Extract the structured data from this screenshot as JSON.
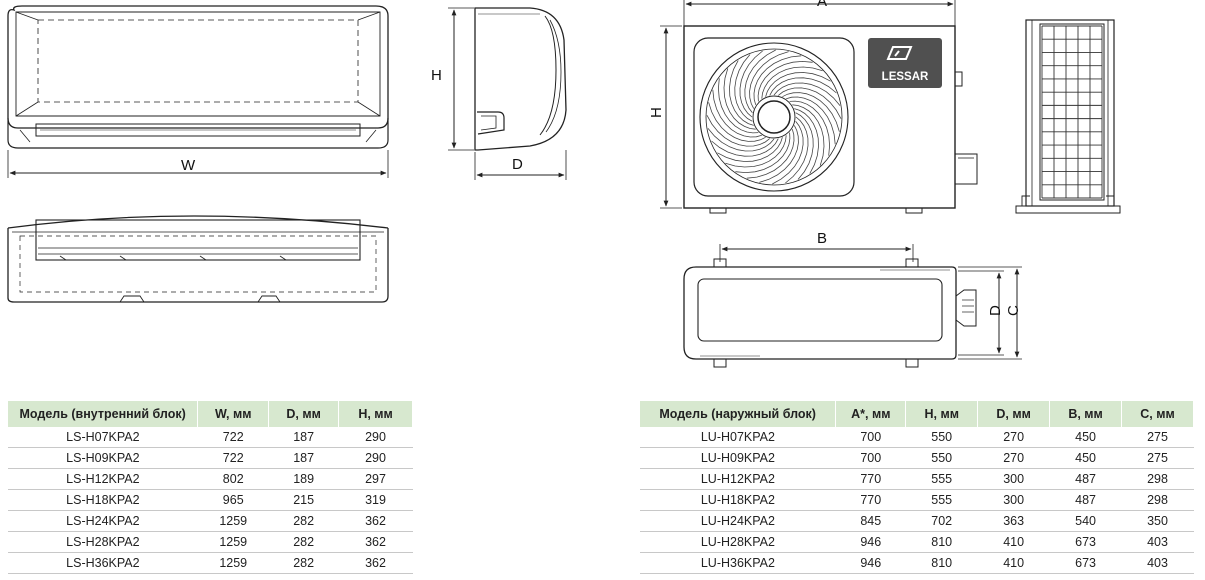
{
  "drawings": {
    "dim_w": "W",
    "dim_h_indoor": "H",
    "dim_d_indoor": "D",
    "dim_a": "A",
    "dim_h_outdoor": "H",
    "dim_b": "B",
    "dim_d_outdoor": "D",
    "dim_c": "C",
    "brand": "LESSAR"
  },
  "indoor_table": {
    "headers": [
      "Модель (внутренний блок)",
      "W, мм",
      "D, мм",
      "H, мм"
    ],
    "rows": [
      [
        "LS-H07KPA2",
        "722",
        "187",
        "290"
      ],
      [
        "LS-H09KPA2",
        "722",
        "187",
        "290"
      ],
      [
        "LS-H12KPA2",
        "802",
        "189",
        "297"
      ],
      [
        "LS-H18KPA2",
        "965",
        "215",
        "319"
      ],
      [
        "LS-H24KPA2",
        "1259",
        "282",
        "362"
      ],
      [
        "LS-H28KPA2",
        "1259",
        "282",
        "362"
      ],
      [
        "LS-H36KPA2",
        "1259",
        "282",
        "362"
      ]
    ]
  },
  "outdoor_table": {
    "headers": [
      "Модель (наружный блок)",
      "A*, мм",
      "H, мм",
      "D, мм",
      "B, мм",
      "C, мм"
    ],
    "rows": [
      [
        "LU-H07KPA2",
        "700",
        "550",
        "270",
        "450",
        "275"
      ],
      [
        "LU-H09KPA2",
        "700",
        "550",
        "270",
        "450",
        "275"
      ],
      [
        "LU-H12KPA2",
        "770",
        "555",
        "300",
        "487",
        "298"
      ],
      [
        "LU-H18KPA2",
        "770",
        "555",
        "300",
        "487",
        "298"
      ],
      [
        "LU-H24KPA2",
        "845",
        "702",
        "363",
        "540",
        "350"
      ],
      [
        "LU-H28KPA2",
        "946",
        "810",
        "410",
        "673",
        "403"
      ],
      [
        "LU-H36KPA2",
        "946",
        "810",
        "410",
        "673",
        "403"
      ]
    ]
  }
}
